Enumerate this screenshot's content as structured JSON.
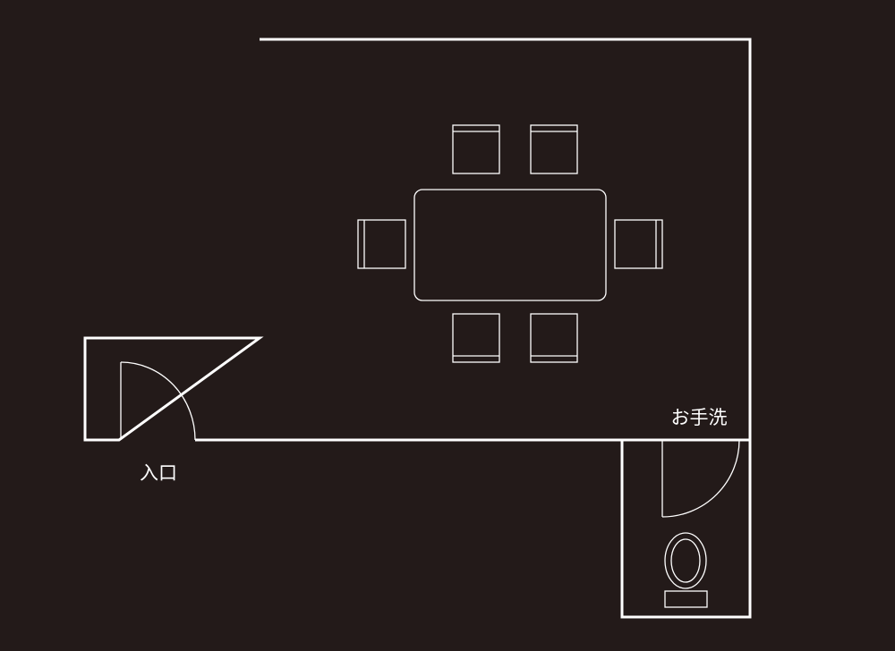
{
  "labels": {
    "entrance": "入口",
    "restroom": "お手洗"
  },
  "colors": {
    "background": "#231a19",
    "line": "#ffffff"
  },
  "furniture": {
    "table_count": 1,
    "chair_count": 6,
    "toilet_count": 1
  }
}
